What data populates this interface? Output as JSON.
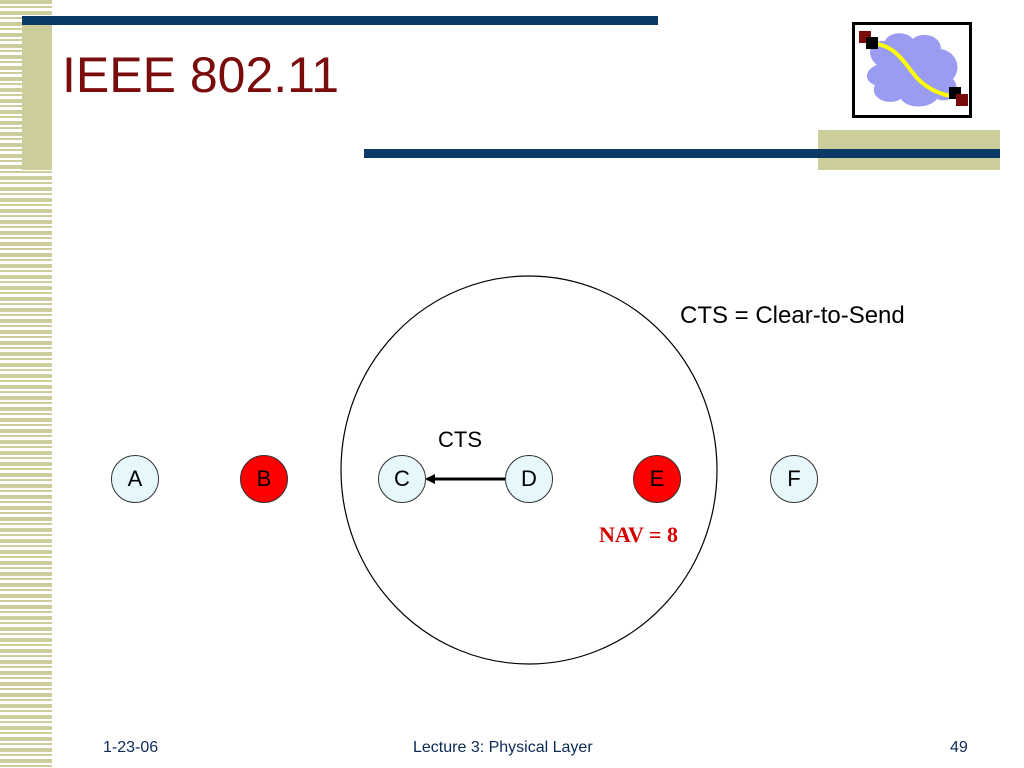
{
  "slide": {
    "title": "IEEE 802.11",
    "definition": "CTS = Clear-to-Send",
    "arrow_label": "CTS",
    "nav_label": "NAV = 8"
  },
  "nodes": [
    {
      "label": "A",
      "color": "#e6f8fb"
    },
    {
      "label": "B",
      "color": "#ff0000"
    },
    {
      "label": "C",
      "color": "#e6f8fb"
    },
    {
      "label": "D",
      "color": "#e6f8fb"
    },
    {
      "label": "E",
      "color": "#ff0000"
    },
    {
      "label": "F",
      "color": "#e6f8fb"
    }
  ],
  "footer": {
    "date": "1-23-06",
    "center": "Lecture 3: Physical Layer",
    "page": "49"
  },
  "colors": {
    "title": "#7a0c0c",
    "bars": "#0b3a66",
    "accent": "#cdcd9c",
    "highlight_node": "#ff0000",
    "normal_node": "#e6f8fb",
    "nav_text": "#d40000"
  },
  "icons": {
    "logo": "network-cloud-icon"
  }
}
